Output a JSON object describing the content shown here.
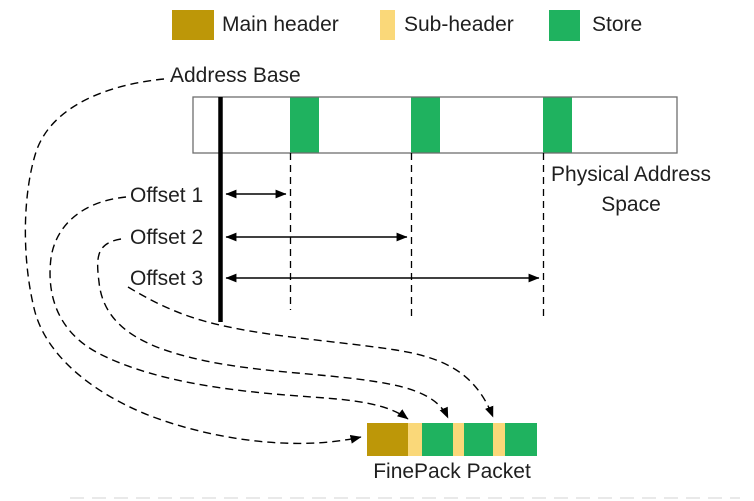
{
  "colors": {
    "main_header": "#BD9708",
    "sub_header": "#FAD879",
    "store": "#1FB25F",
    "outline": "#6e6e6e",
    "ink": "#000000"
  },
  "legend": {
    "items": [
      {
        "label": "Main header",
        "color": "#BD9708"
      },
      {
        "label": "Sub-header",
        "color": "#FAD879"
      },
      {
        "label": "Store",
        "color": "#1FB25F"
      }
    ]
  },
  "memory_map": {
    "address_base_label": "Address Base",
    "space_label": "Physical Address Space",
    "offsets": [
      {
        "label": "Offset 1"
      },
      {
        "label": "Offset 2"
      },
      {
        "label": "Offset 3"
      }
    ],
    "store_block_count": 3
  },
  "packet": {
    "label": "FinePack Packet",
    "segments": [
      "main-header",
      "sub-header",
      "store",
      "sub-header",
      "store",
      "sub-header",
      "store"
    ]
  }
}
